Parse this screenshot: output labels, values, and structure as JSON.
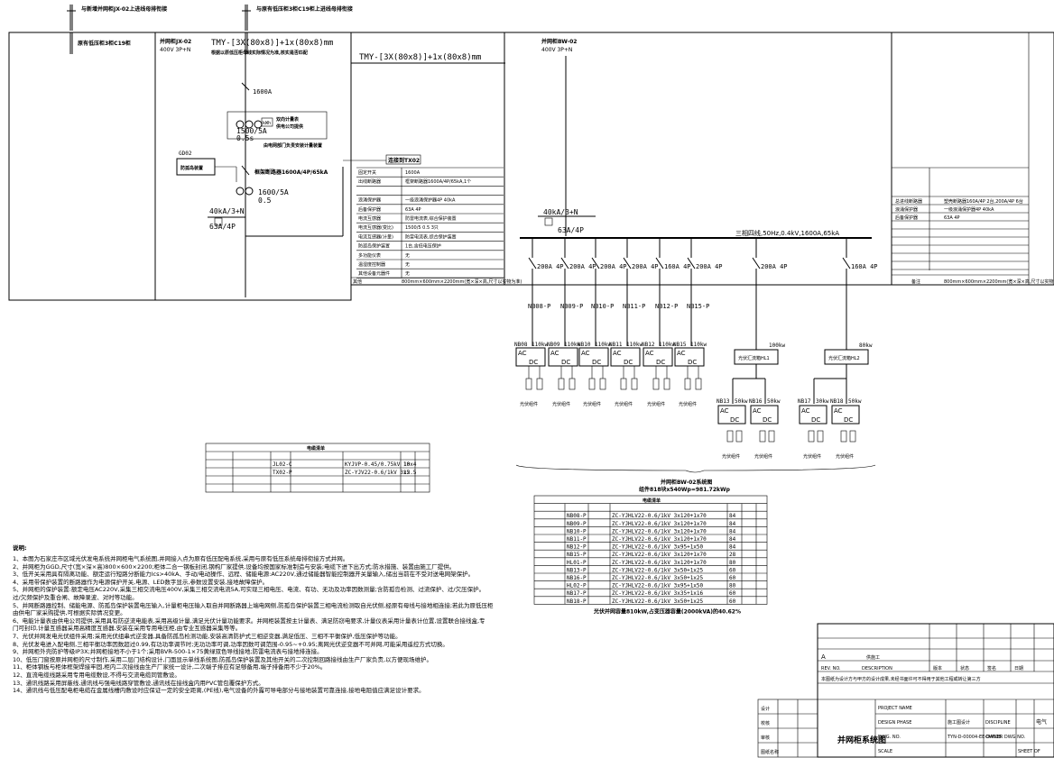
{
  "top": {
    "left_label": "与新增并网柜JX-02上进线母排衔接",
    "right_label": "与原有低压柜3柜C19柜上进线母排衔接"
  },
  "left_panel": {
    "label": "原有低压柜3柜C19柜"
  },
  "jx02": {
    "name": "并网柜JX-02",
    "spec": "400V 3P+N",
    "busbar": "TMY-[3X(80x8)]+1x(80x8)mm",
    "busbar_note": "根据以原低压柜母线实际情况为准,核实是否匹配",
    "rating": "1600A",
    "ct": "1500/5A",
    "ct_accuracy": "0.5s",
    "kwh": "kWh",
    "meter_note1": "双向计量表",
    "meter_note2": "供电公司提供",
    "meter_note3": "由电网部门负责安装计量装置",
    "gd_label": "GD02",
    "protection_box": "防孤岛装置",
    "breaker": "框架断路器1600A/4P/65kA",
    "ct2": "1600/5A",
    "ct2_class": "0.5",
    "spd": "40kA/3+N",
    "spd_breaker": "63A/4P",
    "link_label": "连接到TX02"
  },
  "mid_busbar": "TMY-[3X(80x8)]+1x(80x8)mm",
  "bw02": {
    "name": "并网柜BW-02",
    "spec": "400V 3P+N",
    "spd": "40kA/3+N",
    "spd_breaker": "63A/4P",
    "bus_label": "三相四线,50Hz,0.4kV,1600A,65kA",
    "breakers": [
      "200A 4P",
      "200A 4P",
      "200A 4P",
      "200A 4P",
      "160A 4P",
      "200A 4P",
      "200A 4P",
      "160A 4P"
    ],
    "feeders": [
      "NB08-P",
      "NB09-P",
      "NB10-P",
      "NB11-P",
      "NB12-P",
      "NB15-P"
    ],
    "inverters_top": [
      {
        "name": "NB08",
        "kw": "110kw"
      },
      {
        "name": "NB09",
        "kw": "110kw"
      },
      {
        "name": "NB10",
        "kw": "110kw"
      },
      {
        "name": "NB11",
        "kw": "110kw"
      },
      {
        "name": "NB12",
        "kw": "110kw"
      },
      {
        "name": "NB15",
        "kw": "110kw"
      }
    ],
    "boxes": [
      {
        "name": "光伏汇流箱HL1",
        "kw": "100kw"
      },
      {
        "name": "光伏汇流箱HL2",
        "kw": "80kw"
      }
    ],
    "inverters_bottom": [
      {
        "name": "NB13",
        "kw": "50kw"
      },
      {
        "name": "NB16",
        "kw": "50kw"
      },
      {
        "name": "NB17",
        "kw": "30kw"
      },
      {
        "name": "NB18",
        "kw": "50kw"
      }
    ],
    "string_label": "光伏组件",
    "ac": "AC",
    "dc": "DC",
    "summary1": "并网柜BW-02系统图",
    "summary2": "组件818块x540Wp=981.72kWp"
  },
  "param_table": {
    "rows": [
      [
        "固定开关",
        "1600A"
      ],
      [
        "出线断路器",
        "框架断路器1600A/4P/65kA,1个"
      ],
      [
        "",
        ""
      ],
      [
        "浪涌保护器",
        "一级浪涌保护器4P 40kA"
      ],
      [
        "后备保护器",
        "63A 4P"
      ],
      [
        "电流互感器",
        "防雷电流表,综合保护装置"
      ],
      [
        "电流互感器(变比)",
        "1500/5 0.5 3只"
      ],
      [
        "电流互感器(计量)",
        "防雷电流表,综合保护装置"
      ],
      [
        "防孤岛保护装置",
        "1台,含低电压保护"
      ],
      [
        "多功能仪表",
        "无"
      ],
      [
        "温湿度控制器",
        "无"
      ],
      [
        "其他设备元器件",
        "无"
      ]
    ],
    "dims": "800mm×600mm×2200mm(宽×深×高,尺寸以实物为准)",
    "label_left": "其他"
  },
  "right_table": {
    "rows": [
      [
        "总进线断路器",
        "塑壳断路器160A/4P 2台,200A/4P 6台"
      ],
      [
        "浪涌保护器",
        "一级浪涌保护器4P 40kA"
      ],
      [
        "后备保护器",
        "63A 4P"
      ]
    ],
    "dims": "800mm×600mm×2200mm(宽×深×高,尺寸以实物为准)",
    "label": "备注"
  },
  "cable_table1": {
    "title": "电缆清单",
    "rows": [
      [
        "JL02-C",
        "KYJVP-0.45/0.75kV 10x4",
        "10"
      ],
      [
        "TX02-P",
        "ZC-YJV22-0.6/1kV 3x2.5",
        "15"
      ]
    ]
  },
  "cable_table2": {
    "title": "电缆清单",
    "rows": [
      [
        "NB08-P",
        "ZC-YJHLV22-0.6/1kV 3x120+1x70",
        "84"
      ],
      [
        "NB09-P",
        "ZC-YJHLV22-0.6/1kV 3x120+1x70",
        "84"
      ],
      [
        "NB10-P",
        "ZC-YJHLV22-0.6/1kV 3x120+1x70",
        "84"
      ],
      [
        "NB11-P",
        "ZC-YJHLV22-0.6/1kV 3x120+1x70",
        "84"
      ],
      [
        "NB12-P",
        "ZC-YJHLV22-0.6/1kV 3x95+1x50",
        "84"
      ],
      [
        "NB15-P",
        "ZC-YJHLV22-0.6/1kV 3x120+1x70",
        "28"
      ],
      [
        "HL01-P",
        "ZC-YJHLV22-0.6/1kV 3x120+1x70",
        "80"
      ],
      [
        "NB13-P",
        "ZC-YJHLV22-0.6/1kV 3x50+1x25",
        "60"
      ],
      [
        "NB16-P",
        "ZC-YJHLV22-0.6/1kV 3x50+1x25",
        "60"
      ],
      [
        "HL02-P",
        "ZC-YJHLV22-0.6/1kV 3x95+1x50",
        "80"
      ],
      [
        "NB17-P",
        "ZC-YJHLV22-0.6/1kV 3x35+1x16",
        "60"
      ],
      [
        "NB18-P",
        "ZC-YJHLV22-0.6/1kV 3x50+1x25",
        "60"
      ]
    ],
    "footer": "光伏并网容量810kW,占变压器容量(2000kVA)的40.62%"
  },
  "notes": {
    "title": "说明:",
    "lines": [
      "1、本图为石家庄市区域光伏发电系统并网柜电气系统图,并网接入点为原有低压配电系统,采用与原有低压系统母排衔接方式并网。",
      "2、并网柜为GGD,尺寸(宽×深×高)800×600×2200;柜体二合一钢板封闭,钢构厂家提供,设备均按国家标准制造与安装;电缆下进下出方式;防水措施、装置由施工厂提供。",
      "3、低开关采用具有隔离功能、额定运行短路分断能力Ics>40kA、手动/电动操作、远程、储能电源:AC220V,通过储能器智能控制器开关量输入,储出当前在不受对送电网架保护。",
      "4、采用带保护装置的断路器作为电源保护开关,电源、LED数字显示,参数设置安装,接地故障保护。",
      "5、并网柜的保护装置:额定电压AC220V,采集三相交流电压400V,采集三相交流电流5A,可实现三相电压、电流、有功、无功及功率因数测量;含防孤岛检测、过流保护、过/欠压保护。",
      "   过/欠频保护及重合闸、故障录波、对时等功能。",
      "5、并网断路器控制、储能电源、防孤岛保护装置电压输入,计量柜电压输入取自并网断路器上端电网侧,防孤岛保护装置三相电流检测取自光伏侧,经原有母线与接地相连接;若此为原低压柜",
      "   由供电厂家采购提供,可根据实际情况变更。",
      "6、电能计量表由供电公司提供,采用具有防逆流电能表,采用高级计量,满足光伏计量功能要求。并网柜装置按主计量表、满足防窃电要求,计量仪表采用计量表计位置,设置联合接线盒,专",
      "门可封印,计量互感器采用高精度互感器,安装在采用专用电压柜,由专业互感器采集等等。",
      "7、光伏并网发电光伏组件采用;采用光伏组串式逆变器,具备防孤岛检测功能,安装高清防护式三相逆变器,满足低压、三相不平衡保护,低压保护等功能。",
      "8、光伏发电进入配电侧,三相平衡功率因数超过0.99,有功功率调节时;无功功率可调,功率因数可调范围-0.95~+0.95;离网光伏逆变器不可并网,可能采用遥控方式切换。",
      "9、并网柜外壳防护等级IP3X;并网柜接地不小于1个;采用BVR-500-1×75黄绿双色导线接地;防雷电流表与接地排连接。",
      "10、低压门窗按原并网柜的尺寸制作,采用二层门结构设计,门面显示单线系统图,防孤岛保护装置及其他开关的二次控制回路接线由生产厂家负责,以方便现场维护。",
      "11、柜体钢板与柜体框架焊接牢固,柜内二次接线由生产厂家统一设计,二次端子排应有足够备用,端子排备用不少于20%。",
      "12、直流电缆线路采用专用电缆敷设,不得与交流电缆同管敷设。",
      "13、通讯线路采用屏蔽线,通讯线与强电线路穿管敷设,通讯线在接线盒内用PVC管包覆保护方式。",
      "14、通讯线与低压配电柜电缆在金属线槽内敷设时应保证一定的安全距离,(PE线),电气设备的外露可导电部分与接地装置可靠连接,接地电阻值应满足设计要求。"
    ]
  },
  "title_block": {
    "drawing_title": "并网柜系统图",
    "revision_mark": "A",
    "revision_desc": "供施工",
    "design_phase": "施工图设计",
    "discipline": "电气",
    "drawing_no": "TYN-D-00004-EE-D4008",
    "scale_label": "SCALE",
    "sheet_label": "SHEET OF",
    "owner_label": "OWNER DWG NO.",
    "design_phase_label": "DESIGN PHASE",
    "discipline_label": "DISCIPLINE",
    "dwg_label": "DWG. NO.",
    "project_label": "PROJECT NAME",
    "version_label": "版本",
    "status_label": "状态",
    "sig_label": "签名",
    "date_label": "日期",
    "rev_label": "REV. NO.",
    "desc_label": "DESCRIPTION",
    "company_note": "本图纸为设计方与甲方的设计成果,未经书面许可不得用于其他工程或转让第三方",
    "prepared": "设计",
    "checked": "校核",
    "approved": "审核",
    "bottom_left": "图纸名称"
  }
}
